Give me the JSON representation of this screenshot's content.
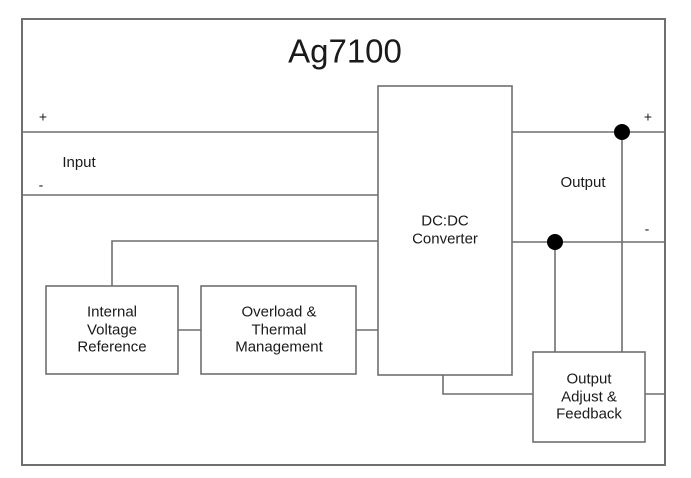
{
  "diagram": {
    "title": "Ag7100",
    "type": "block-diagram",
    "background_color": "#ffffff",
    "line_color": "#6f6f6f",
    "text_color": "#1a1a1a",
    "node_dot_color": "#000000",
    "blocks": [
      {
        "id": "dcdc",
        "label": "DC:DC\nConverter"
      },
      {
        "id": "vref",
        "label": "Internal\nVoltage\nReference"
      },
      {
        "id": "overload",
        "label": "Overload &\nThermal\nManagement"
      },
      {
        "id": "output_adjust",
        "label": "Output\nAdjust &\nFeedback"
      }
    ],
    "ports": {
      "input_group_label": "Input",
      "input_plus": "+",
      "input_minus": "-",
      "output_group_label": "Output",
      "output_plus": "+",
      "output_minus": "-"
    }
  }
}
